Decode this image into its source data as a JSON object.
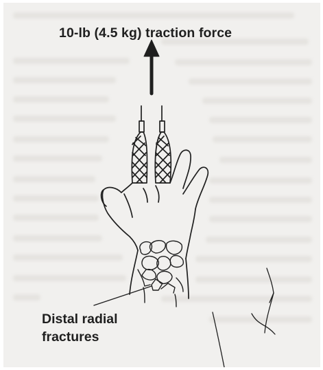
{
  "figure": {
    "traction_label": "10-lb (4.5 kg) traction force",
    "fracture_label_line1": "Distal radial",
    "fracture_label_line2": "fractures"
  },
  "colors": {
    "ink": "#1f1f1f",
    "paper": "#f1f0ee"
  }
}
